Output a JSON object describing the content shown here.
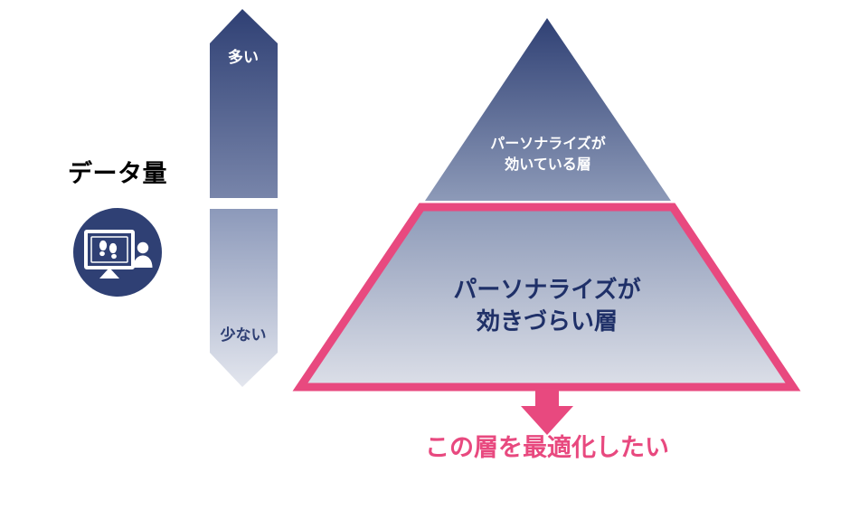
{
  "diagram": {
    "title_text": "データ量",
    "background_color": "#ffffff"
  },
  "legend": {
    "label": "データ量",
    "icon_name": "monitor-footprints-person-icon",
    "icon_circle_color": "#2f4074",
    "icon_glyph_color": "#ffffff"
  },
  "scale": {
    "high_label": "多い",
    "low_label": "少ない",
    "high_color": "#2f4074",
    "mid_color": "#8d9ab8",
    "low_color": "#dfe2ea",
    "high_text_color": "#ffffff",
    "low_text_color": "#2f4074",
    "direction": "vertical-double-arrow"
  },
  "pyramid": {
    "top_tier": {
      "label_line1": "パーソナライズが",
      "label_line2": "効いている層",
      "fill_top_color": "#2f4074",
      "fill_bottom_color": "#8d9ab8",
      "text_color": "#ffffff"
    },
    "bottom_tier": {
      "label_line1": "パーソナライズが",
      "label_line2": "効きづらい層",
      "fill_top_color": "#8d9ab8",
      "fill_bottom_color": "#dcdfe8",
      "border_color": "#e8497f",
      "text_color": "#1f3068",
      "highlighted": true
    }
  },
  "callout": {
    "arrow_color": "#e8497f",
    "text": "この層を最適化したい",
    "text_color": "#e8497f"
  }
}
